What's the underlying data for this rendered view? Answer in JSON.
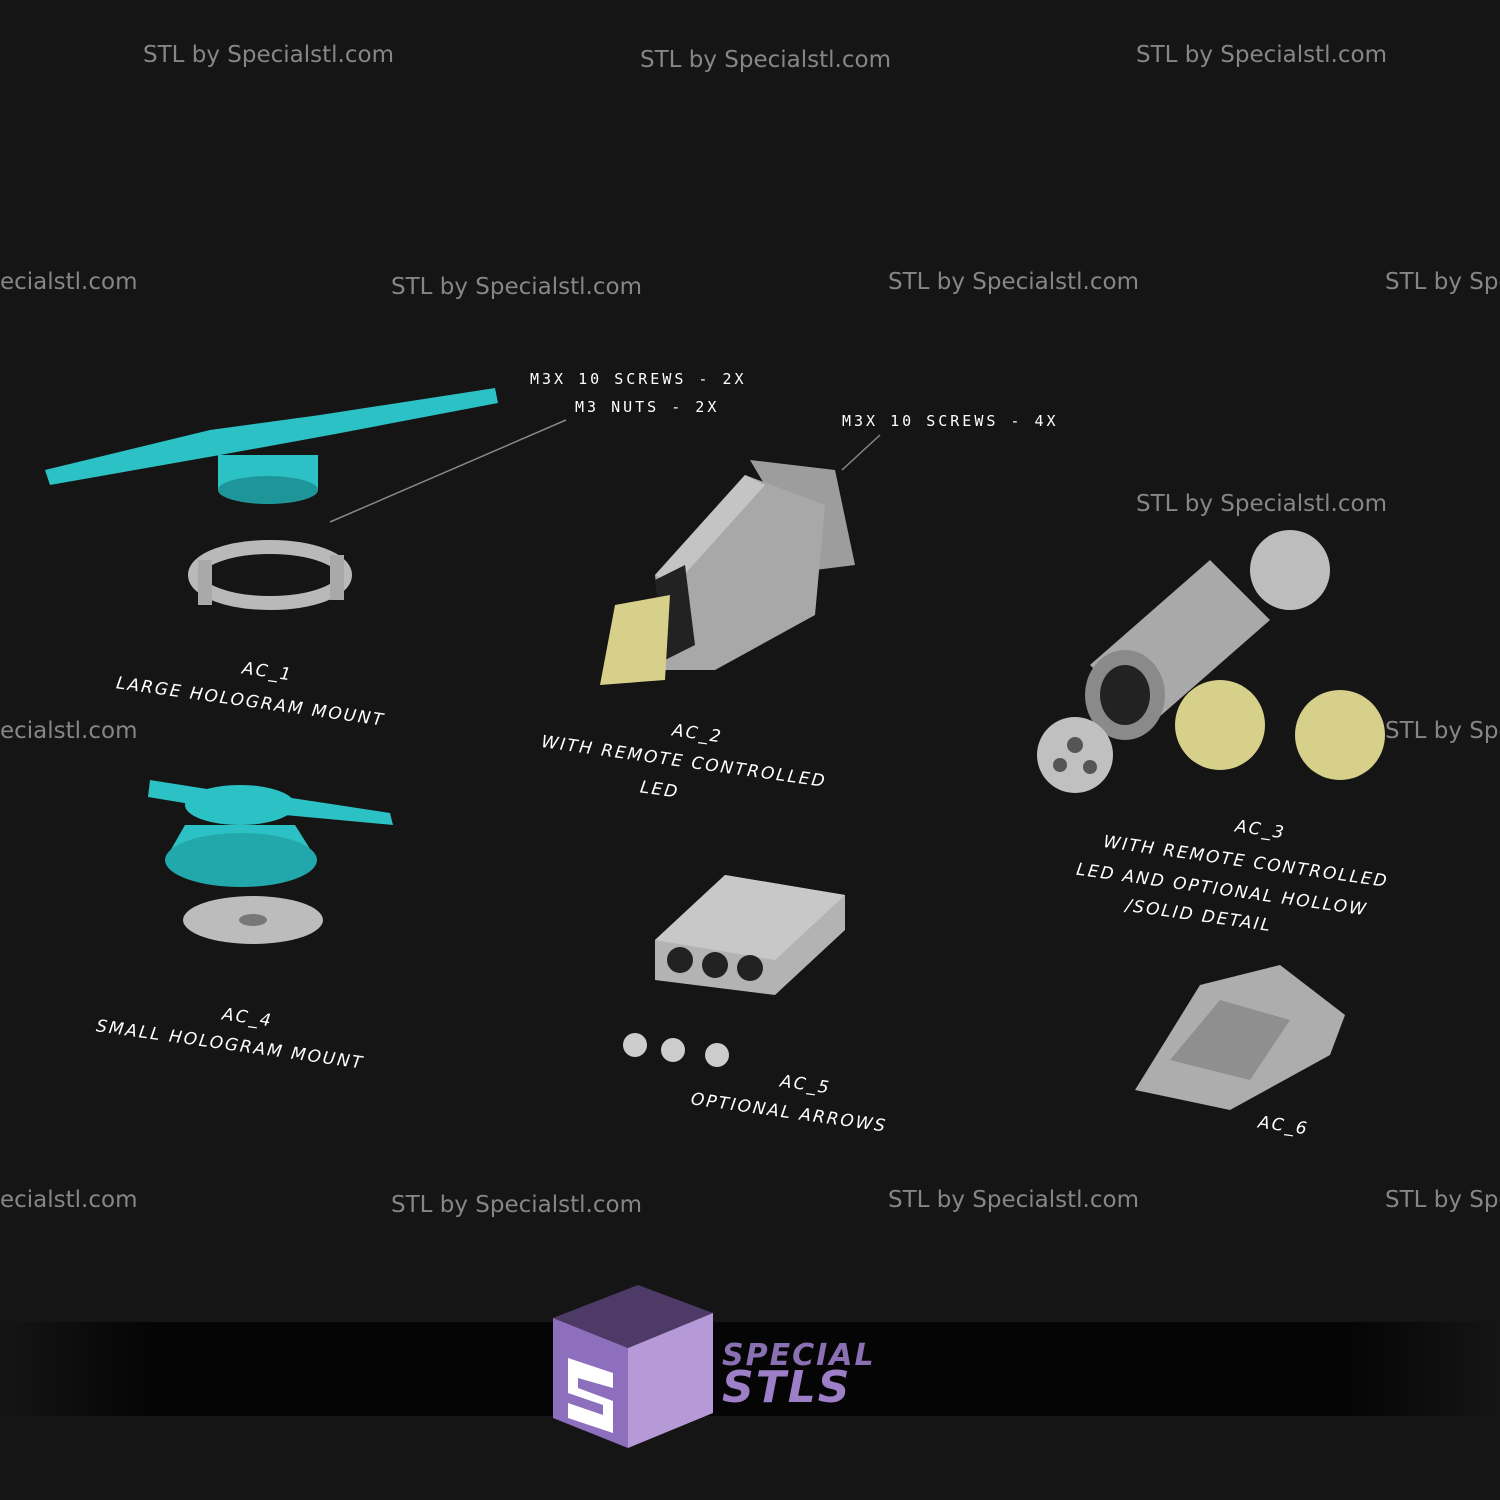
{
  "watermark": "STL by Specialstl.com",
  "watermark_partial_left": "ecialstl.com",
  "watermark_partial_right": "STL by Spec",
  "hardware": {
    "ac1_screws": "M3x 10 screws - 2x",
    "ac1_nuts": "M3 nuts - 2x",
    "ac2_screws": "M3x 10 screws - 4x"
  },
  "parts": [
    {
      "id": "AC_1",
      "desc": "Large hologram mount"
    },
    {
      "id": "AC_2",
      "desc": "With remote controlled",
      "desc2": "LED"
    },
    {
      "id": "AC_3",
      "desc": "With remote controlled",
      "desc2": "LED and optional hollow",
      "desc3": "/solid detail"
    },
    {
      "id": "AC_4",
      "desc": "Small hologram mount"
    },
    {
      "id": "AC_5",
      "desc": "Optional arrows"
    },
    {
      "id": "AC_6"
    }
  ],
  "logo": {
    "line1": "SPECIAL",
    "line2": "STLS"
  },
  "colors": {
    "bg": "#151515",
    "teal": "#2cc1c4",
    "grey": "#b9b9b9",
    "yellow": "#d6d08a",
    "purple": "#8b6fb3"
  }
}
